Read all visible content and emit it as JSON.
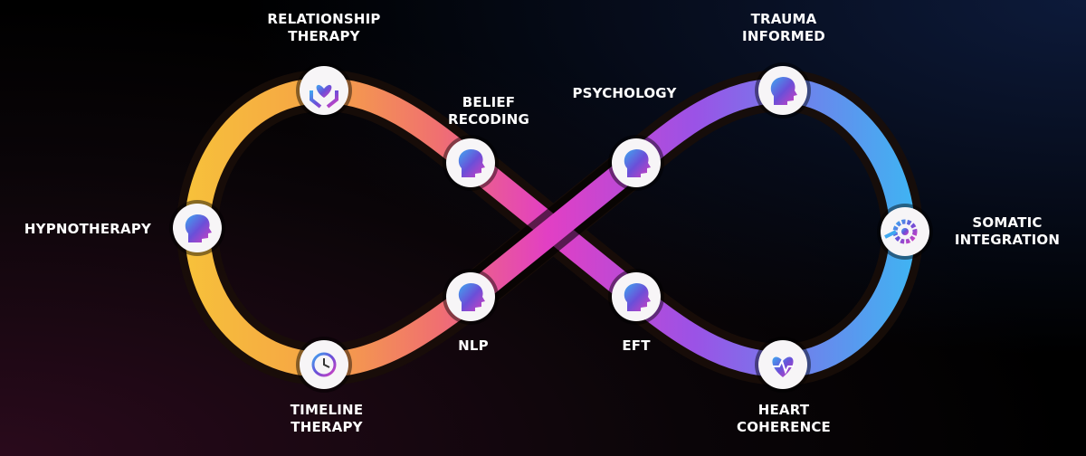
{
  "nodes": [
    {
      "id": "relationship",
      "lines": [
        "RELATIONSHIP",
        "THERAPY"
      ],
      "icon": "hands-heart-icon"
    },
    {
      "id": "belief",
      "lines": [
        "BELIEF",
        "RECODING"
      ],
      "icon": "head-heart-icon"
    },
    {
      "id": "hypnotherapy",
      "lines": [
        "HYPNOTHERAPY"
      ],
      "icon": "head-spiral-icon"
    },
    {
      "id": "nlp",
      "lines": [
        "NLP"
      ],
      "icon": "head-gears-icon"
    },
    {
      "id": "timeline",
      "lines": [
        "TIMELINE",
        "THERAPY"
      ],
      "icon": "clock-history-icon"
    },
    {
      "id": "psychology",
      "lines": [
        "PSYCHOLOGY"
      ],
      "icon": "head-brain-icon"
    },
    {
      "id": "eft",
      "lines": [
        "EFT"
      ],
      "icon": "head-gear-icon"
    },
    {
      "id": "trauma",
      "lines": [
        "TRAUMA",
        "INFORMED"
      ],
      "icon": "head-bandage-icon"
    },
    {
      "id": "somatic",
      "lines": [
        "SOMATIC",
        "INTEGRATION"
      ],
      "icon": "gear-arrow-icon"
    },
    {
      "id": "heart",
      "lines": [
        "HEART",
        "COHERENCE"
      ],
      "icon": "heart-pulse-icon"
    }
  ],
  "colors": {
    "yellow": "#f7c23a",
    "orange": "#f27a63",
    "magenta": "#e23fc4",
    "purple": "#9b52e6",
    "blue": "#3fb4f2",
    "icon": "#6a4fd8"
  }
}
